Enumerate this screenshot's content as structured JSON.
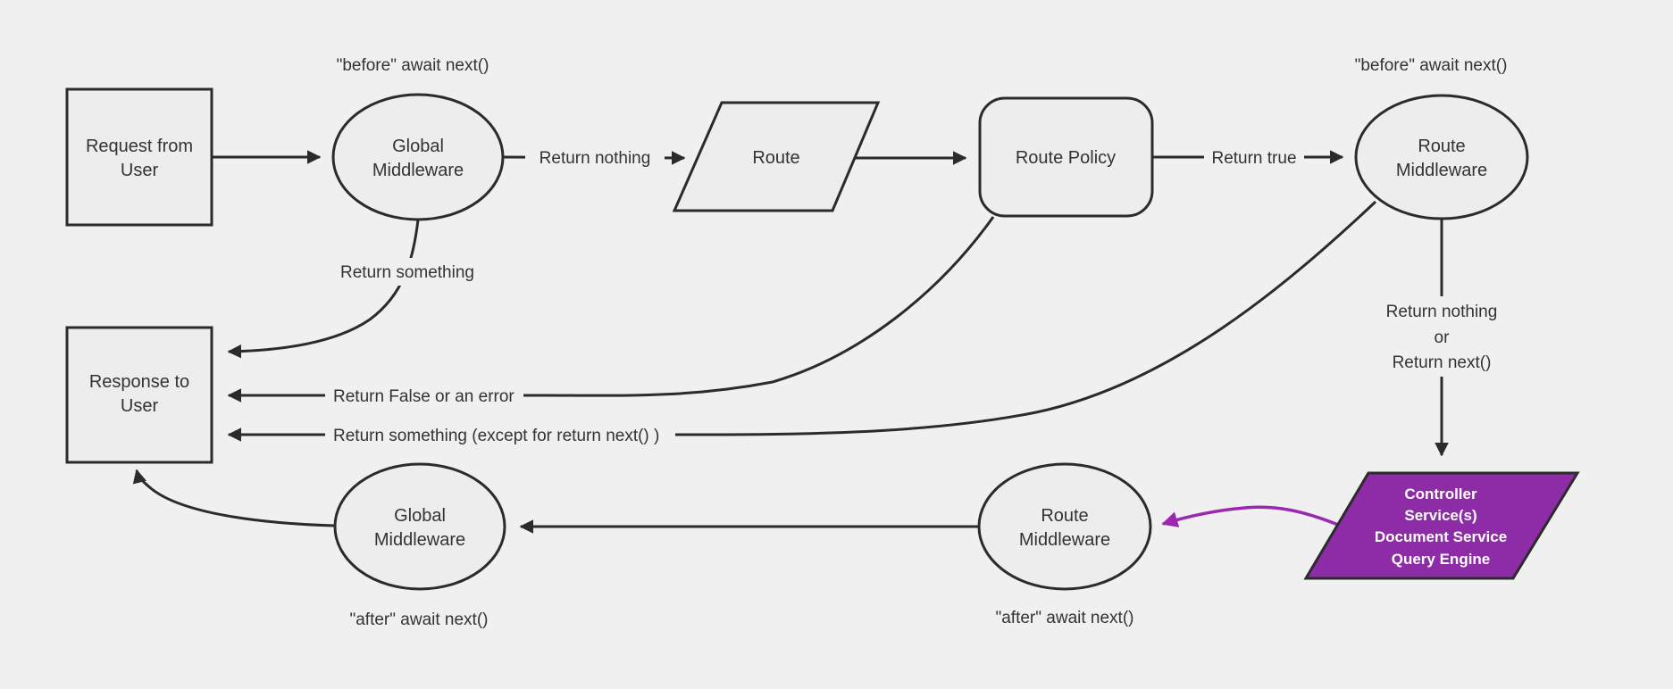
{
  "colors": {
    "background": "#f0f0f0",
    "node_fill": "#ededed",
    "line": "#2b2b2b",
    "text": "#333333",
    "purple_fill": "#8e2ba6",
    "purple_line": "#9a28b0",
    "purple_text": "#ffffff"
  },
  "nodes": {
    "request": {
      "lines": [
        "Request from",
        "User"
      ]
    },
    "global_middleware_top": {
      "lines": [
        "Global",
        "Middleware"
      ]
    },
    "route": {
      "label": "Route"
    },
    "route_policy": {
      "label": "Route Policy"
    },
    "route_middleware_top": {
      "lines": [
        "Route",
        "Middleware"
      ]
    },
    "controller": {
      "lines": [
        "Controller",
        "Service(s)",
        "Document Service",
        "Query Engine"
      ]
    },
    "route_middleware_bottom": {
      "lines": [
        "Route",
        "Middleware"
      ]
    },
    "global_middleware_bottom": {
      "lines": [
        "Global",
        "Middleware"
      ]
    },
    "response": {
      "lines": [
        "Response to",
        "User"
      ]
    }
  },
  "edge_labels": {
    "return_nothing": "Return nothing",
    "return_true": "Return true",
    "return_something": "Return something",
    "return_false_or_error": "Return False or an error",
    "return_something_except": "Return something (except for return next() )",
    "return_nothing_or": {
      "lines": [
        "Return nothing",
        "or",
        "Return next()"
      ]
    }
  },
  "annotations": {
    "before_top_left": "\"before\" await next()",
    "before_top_right": "\"before\" await next()",
    "after_bottom_left": "\"after\" await next()",
    "after_bottom_right": "\"after\" await next()"
  }
}
